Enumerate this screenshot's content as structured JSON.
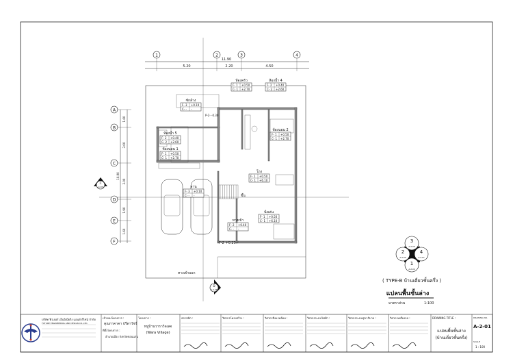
{
  "grid": {
    "columns": [
      "1",
      "2",
      "3",
      "4"
    ],
    "rows": [
      "A",
      "B",
      "C",
      "D",
      "E",
      "F"
    ],
    "overall_width": "11.90",
    "column_spans": [
      "5.20",
      "2.20",
      "4.50"
    ],
    "overall_depth": "10.90",
    "row_spans": [
      "1.60",
      "3.00",
      "3.00",
      "1.90",
      "1.60"
    ]
  },
  "rooms": [
    {
      "name": "ห้องครัว",
      "floor": "F- 1",
      "floor_level": "+0.50",
      "ceiling": "C- 1",
      "ceiling_level": "+2.70"
    },
    {
      "name": "ห้องน้ำ 4",
      "floor": "F- 2",
      "floor_level": "+0.40",
      "ceiling": "C- 2",
      "ceiling_level": "+2.60"
    },
    {
      "name": "ซักล้าง",
      "floor": "F- 3",
      "floor_level": "+0.10",
      "ceiling": "C- -",
      "ceiling_level": "-"
    },
    {
      "name": "ห้องน้ำ 5",
      "floor": "F- 2",
      "floor_level": "+0.40",
      "ceiling": "C- 2",
      "ceiling_level": "+2.60"
    },
    {
      "name": "ห้องนอน 1",
      "floor": "F- 1",
      "floor_level": "+0.50",
      "ceiling": "C- 1",
      "ceiling_level": "+2.70"
    },
    {
      "name": "ห้องนอน 2",
      "floor": "F- 1",
      "floor_level": "+0.50",
      "ceiling": "C- 1",
      "ceiling_level": "+2.70"
    },
    {
      "name": "โถง",
      "floor": "F- 1",
      "floor_level": "+0.50",
      "ceiling": "C- 1",
      "ceiling_level": "+6.10"
    },
    {
      "name": "ลาน",
      "floor": "F- 3",
      "floor_level": "+0.10",
      "ceiling": "C- -",
      "ceiling_level": "-"
    },
    {
      "name": "ทางเข้า",
      "floor": "F- 2",
      "floor_level": "+0.40",
      "ceiling": "C- -",
      "ceiling_level": "-"
    },
    {
      "name": "นั่งเล่น",
      "floor": "F- 1",
      "floor_level": "+0.50",
      "ceiling": "C- 1",
      "ceiling_level": "+6.10"
    }
  ],
  "labels": {
    "stair_up": "ขึ้น",
    "driveway": "ทางเข้าออก",
    "f2_level": "F-2 +0.25",
    "p2_level": "P-2-\n-0.30"
  },
  "sections": {
    "left": {
      "mark": "C",
      "sheet": "A-2-06"
    },
    "bottom": {
      "mark": "D",
      "sheet": "A-2-08"
    }
  },
  "key_plan": [
    {
      "mark": "3",
      "sheet": "A-2-06"
    },
    {
      "mark": "2",
      "sheet": "A-2-05"
    },
    {
      "mark": "4",
      "sheet": "A-2-07"
    },
    {
      "mark": "1",
      "sheet": "A-2-04"
    }
  ],
  "drawing": {
    "type_title": "( TYPE-B บ้านเดี่ยวชั้นครึ่ง )",
    "plan_title": "แปลนพื้นชั้นล่าง",
    "scale_label": "มาตราส่วน",
    "scale_value": "1:100"
  },
  "title_block": {
    "company_th": "บริษัท ฟิวเจอร์ เอ็นจิเนียริ่ง แอนด์ ดีไซน์ จำกัด",
    "company_en": "FUTURE ENGINEERING AND DESIGN CO.,LTD.",
    "owner_label": "เจ้าของโครงการ :",
    "owner_value": "คุณกาคาคา ปรีดาวัชร์",
    "site_label": "ที่ตั้งโครงการ :",
    "site_value": "อำเภอเมือง จังหวัดขอนแก่น",
    "project_label": "โครงการ :",
    "project_th": "หมู่บ้านวาราวิลเลจ",
    "project_en": "(Wara Village)",
    "architect_label": "สถาปนิก :",
    "structural_label": "วิศวกรโครงสร้าง :",
    "electrical_label": "วิศวกรระบบไฟฟ้า :",
    "sanitary_label": "วิศวกรระบบสุขาภิบาล :",
    "mechanical_label": "วิศวกรเครื่องกล :",
    "env_label": "วิศวกรสิ่งแวดล้อม :",
    "drawing_title_label": "DRAWING TITLE :",
    "drawing_title": "แปลนพื้นชั้นล่าง",
    "drawing_subtitle": "(บ้านเดี่ยวชั้นครึ่ง)",
    "drawing_no_label": "DRAWING NO.",
    "drawing_no": "A-2-01",
    "scale_label": "SCALE",
    "scale_value": "1 : 100"
  }
}
